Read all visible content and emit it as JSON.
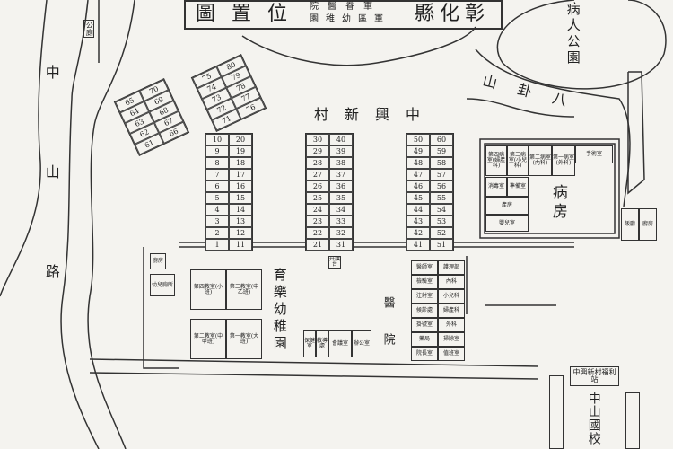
{
  "title": {
    "county": "彰化縣",
    "hospital": "軍眷醫院",
    "kindergarten": "軍區幼稚園",
    "suffix": "位置圖"
  },
  "roads": {
    "zhongshan_road": "中山路",
    "bagua_mountain": "八卦山",
    "public_park": "病人公園"
  },
  "village": {
    "name": "中興新村",
    "blocks": [
      {
        "rows": [
          [
            "10",
            "20"
          ],
          [
            "9",
            "19"
          ],
          [
            "8",
            "18"
          ],
          [
            "7",
            "17"
          ],
          [
            "6",
            "16"
          ],
          [
            "5",
            "15"
          ],
          [
            "4",
            "14"
          ],
          [
            "3",
            "13"
          ],
          [
            "2",
            "12"
          ],
          [
            "1",
            "11"
          ]
        ]
      },
      {
        "rows": [
          [
            "30",
            "40"
          ],
          [
            "29",
            "39"
          ],
          [
            "28",
            "38"
          ],
          [
            "27",
            "37"
          ],
          [
            "26",
            "36"
          ],
          [
            "25",
            "35"
          ],
          [
            "24",
            "34"
          ],
          [
            "23",
            "33"
          ],
          [
            "22",
            "32"
          ],
          [
            "21",
            "31"
          ]
        ]
      },
      {
        "rows": [
          [
            "50",
            "60"
          ],
          [
            "49",
            "59"
          ],
          [
            "48",
            "58"
          ],
          [
            "47",
            "57"
          ],
          [
            "46",
            "56"
          ],
          [
            "45",
            "55"
          ],
          [
            "44",
            "54"
          ],
          [
            "43",
            "53"
          ],
          [
            "42",
            "52"
          ],
          [
            "41",
            "51"
          ]
        ]
      },
      {
        "rows": [
          [
            "65",
            "70"
          ],
          [
            "64",
            "69"
          ],
          [
            "63",
            "68"
          ],
          [
            "62",
            "67"
          ],
          [
            "61",
            "66"
          ]
        ]
      },
      {
        "rows": [
          [
            "75",
            "80"
          ],
          [
            "74",
            "79"
          ],
          [
            "73",
            "78"
          ],
          [
            "72",
            "77"
          ],
          [
            "71",
            "76"
          ]
        ]
      }
    ]
  },
  "ward": {
    "name": "病房",
    "rooms": [
      "第四病室(婦產科)",
      "第三病室(小兒科)",
      "第二病室(內科)",
      "第一病室(外科)",
      "手術室",
      "消毒室",
      "準備室",
      "產房",
      "嬰兒室",
      "飯廳",
      "廚房"
    ]
  },
  "clinic": {
    "name": "醫院",
    "rooms": [
      "醫師室",
      "護理部",
      "檢驗室",
      "內科",
      "注射室",
      "小兒科",
      "候診處",
      "婦產科",
      "掛號室",
      "外科",
      "藥局",
      "掃除室",
      "院長室",
      "值班室"
    ]
  },
  "kindergarten": {
    "name": "育樂幼稚園",
    "rooms": [
      "廚房",
      "幼兒廁所",
      "第四教室(小班)",
      "第三教室(中乙班)",
      "第二教室(中甲班)",
      "第一教室(大班)",
      "教導處",
      "會議室",
      "保健室",
      "辦公室",
      "升旗台"
    ]
  },
  "school": {
    "name": "中山國校",
    "shop": "中興新村福利站"
  },
  "public_toilet": "公廁"
}
